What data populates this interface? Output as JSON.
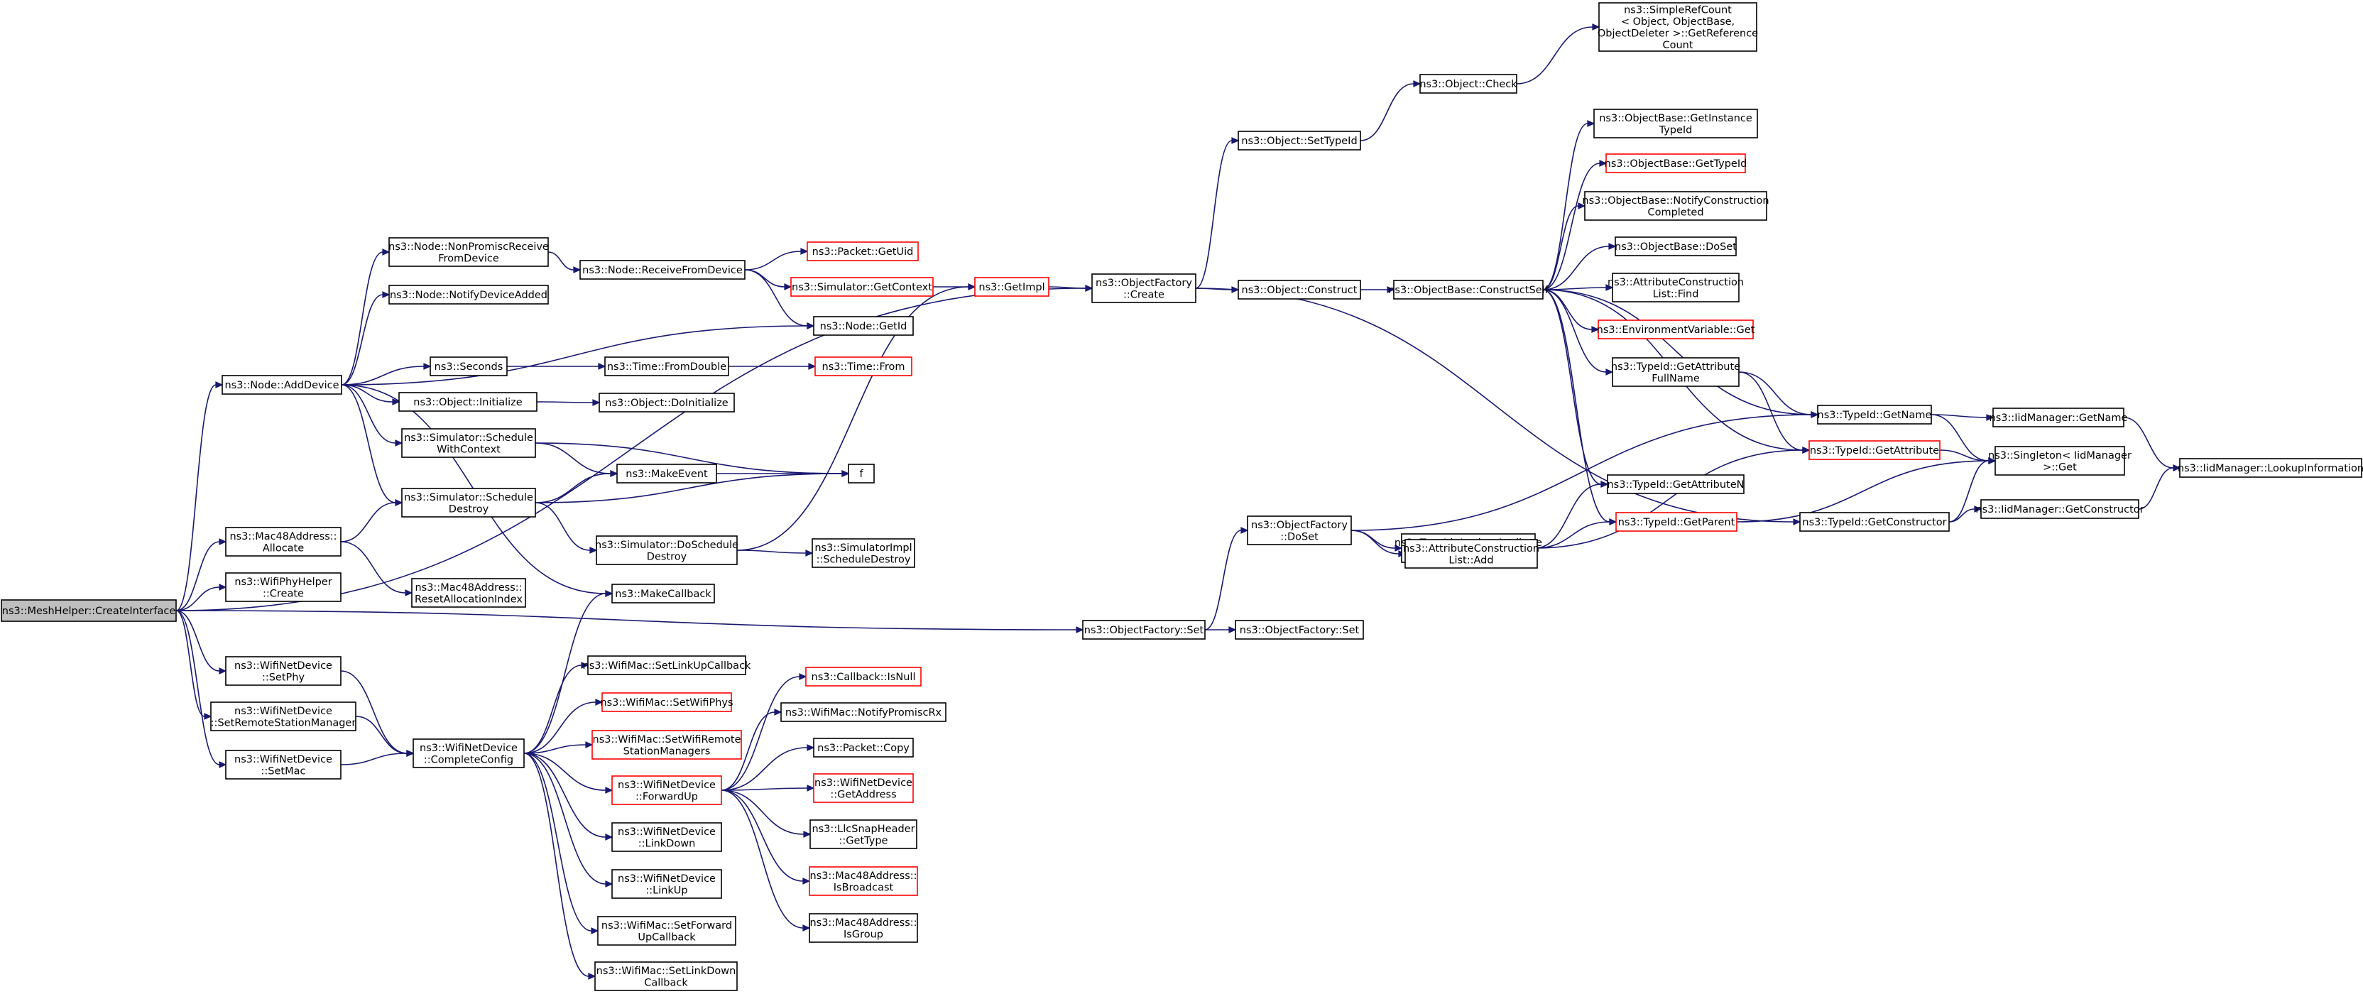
{
  "root_id": "root",
  "nodes": [
    {
      "id": "root",
      "label": "ns3::MeshHelper::CreateInterface",
      "style": "root"
    },
    {
      "id": "nonpromisc",
      "label": "ns3::Node::NonPromiscReceive\nFromDevice",
      "style": "normal"
    },
    {
      "id": "notifyadded",
      "label": "ns3::Node::NotifyDeviceAdded",
      "style": "normal"
    },
    {
      "id": "adddevice",
      "label": "ns3::Node::AddDevice",
      "style": "normal"
    },
    {
      "id": "mac48alloc",
      "label": "ns3::Mac48Address::\nAllocate",
      "style": "normal"
    },
    {
      "id": "wifiphycreate",
      "label": "ns3::WifiPhyHelper\n::Create",
      "style": "normal"
    },
    {
      "id": "wndsetphy",
      "label": "ns3::WifiNetDevice\n::SetPhy",
      "style": "normal"
    },
    {
      "id": "wndsetrsm",
      "label": "ns3::WifiNetDevice\n::SetRemoteStationManager",
      "style": "normal"
    },
    {
      "id": "wndsetmac",
      "label": "ns3::WifiNetDevice\n::SetMac",
      "style": "normal"
    },
    {
      "id": "receivefrom",
      "label": "ns3::Node::ReceiveFromDevice",
      "style": "normal"
    },
    {
      "id": "seconds",
      "label": "ns3::Seconds",
      "style": "normal"
    },
    {
      "id": "objinit",
      "label": "ns3::Object::Initialize",
      "style": "normal"
    },
    {
      "id": "schedwctx",
      "label": "ns3::Simulator::Schedule\nWithContext",
      "style": "normal"
    },
    {
      "id": "scheddestroy",
      "label": "ns3::Simulator::Schedule\nDestroy",
      "style": "normal"
    },
    {
      "id": "resetalloc",
      "label": "ns3::Mac48Address::\nResetAllocationIndex",
      "style": "normal"
    },
    {
      "id": "makecallback",
      "label": "ns3::MakeCallback",
      "style": "normal"
    },
    {
      "id": "completeconfig",
      "label": "ns3::WifiNetDevice\n::CompleteConfig",
      "style": "normal"
    },
    {
      "id": "getuid",
      "label": "ns3::Packet::GetUid",
      "style": "red"
    },
    {
      "id": "getcontext",
      "label": "ns3::Simulator::GetContext",
      "style": "red"
    },
    {
      "id": "nodegetid",
      "label": "ns3::Node::GetId",
      "style": "normal"
    },
    {
      "id": "fromdouble",
      "label": "ns3::Time::FromDouble",
      "style": "normal"
    },
    {
      "id": "objdoinit",
      "label": "ns3::Object::DoInitialize",
      "style": "normal"
    },
    {
      "id": "makeevent",
      "label": "ns3::MakeEvent",
      "style": "normal"
    },
    {
      "id": "doschedule",
      "label": "ns3::Simulator::DoSchedule\nDestroy",
      "style": "normal"
    },
    {
      "id": "setlinkup",
      "label": "ns3::WifiMac::SetLinkUpCallback",
      "style": "normal"
    },
    {
      "id": "setwifiphys",
      "label": "ns3::WifiMac::SetWifiPhys",
      "style": "red"
    },
    {
      "id": "setwifirsm",
      "label": "ns3::WifiMac::SetWifiRemote\nStationManagers",
      "style": "red"
    },
    {
      "id": "forwardup",
      "label": "ns3::WifiNetDevice\n::ForwardUp",
      "style": "red"
    },
    {
      "id": "linkdown",
      "label": "ns3::WifiNetDevice\n::LinkDown",
      "style": "normal"
    },
    {
      "id": "linkup",
      "label": "ns3::WifiNetDevice\n::LinkUp",
      "style": "normal"
    },
    {
      "id": "setfwdup",
      "label": "ns3::WifiMac::SetForward\nUpCallback",
      "style": "normal"
    },
    {
      "id": "setlinkdown",
      "label": "ns3::WifiMac::SetLinkDown\nCallback",
      "style": "normal"
    },
    {
      "id": "timefrom",
      "label": "ns3::Time::From",
      "style": "red"
    },
    {
      "id": "f",
      "label": "f",
      "style": "normal"
    },
    {
      "id": "getimpl",
      "label": "ns3::GetImpl",
      "style": "red"
    },
    {
      "id": "schedimpldestroy",
      "label": "ns3::SimulatorImpl\n::ScheduleDestroy",
      "style": "normal"
    },
    {
      "id": "cbisnull",
      "label": "ns3::Callback::IsNull",
      "style": "red"
    },
    {
      "id": "notifypromisc",
      "label": "ns3::WifiMac::NotifyPromiscRx",
      "style": "normal"
    },
    {
      "id": "packetcopy",
      "label": "ns3::Packet::Copy",
      "style": "normal"
    },
    {
      "id": "wndgetaddr",
      "label": "ns3::WifiNetDevice\n::GetAddress",
      "style": "red"
    },
    {
      "id": "llcgettype",
      "label": "ns3::LlcSnapHeader\n::GetType",
      "style": "normal"
    },
    {
      "id": "isbroadcast",
      "label": "ns3::Mac48Address::\nIsBroadcast",
      "style": "red"
    },
    {
      "id": "isgroup",
      "label": "ns3::Mac48Address::\nIsGroup",
      "style": "normal"
    },
    {
      "id": "ofcreate",
      "label": "ns3::ObjectFactory\n::Create",
      "style": "normal"
    },
    {
      "id": "ofset",
      "label": "ns3::ObjectFactory::Set",
      "style": "normal"
    },
    {
      "id": "objsettypeid",
      "label": "ns3::Object::SetTypeId",
      "style": "normal"
    },
    {
      "id": "objconstruct",
      "label": "ns3::Object::Construct",
      "style": "normal"
    },
    {
      "id": "ofdoset",
      "label": "ns3::ObjectFactory\n::DoSet",
      "style": "normal"
    },
    {
      "id": "ofset2",
      "label": "ns3::ObjectFactory::Set",
      "style": "normal"
    },
    {
      "id": "objcheck",
      "label": "ns3::Object::Check",
      "style": "normal"
    },
    {
      "id": "constructself",
      "label": "ns3::ObjectBase::ConstructSelf",
      "style": "normal"
    },
    {
      "id": "lookupattr",
      "label": "ns3::TypeId::LookupAttribute\nByName",
      "style": "normal"
    },
    {
      "id": "acladd",
      "label": "ns3::AttributeConstruction\nList::Add",
      "style": "normal"
    },
    {
      "id": "getrefcount",
      "label": "ns3::SimpleRefCount\n< Object, ObjectBase,\nObjectDeleter >::GetReference\nCount",
      "style": "normal"
    },
    {
      "id": "getinstancetid",
      "label": "ns3::ObjectBase::GetInstance\nTypeId",
      "style": "normal"
    },
    {
      "id": "obgettypeid",
      "label": "ns3::ObjectBase::GetTypeId",
      "style": "red"
    },
    {
      "id": "notifyconstr",
      "label": "ns3::ObjectBase::NotifyConstruction\nCompleted",
      "style": "normal"
    },
    {
      "id": "obdoset",
      "label": "ns3::ObjectBase::DoSet",
      "style": "normal"
    },
    {
      "id": "aclfind",
      "label": "ns3::AttributeConstruction\nList::Find",
      "style": "normal"
    },
    {
      "id": "envget",
      "label": "ns3::EnvironmentVariable::Get",
      "style": "red"
    },
    {
      "id": "getattrfull",
      "label": "ns3::TypeId::GetAttribute\nFullName",
      "style": "normal"
    },
    {
      "id": "getattrn",
      "label": "ns3::TypeId::GetAttributeN",
      "style": "normal"
    },
    {
      "id": "getparent",
      "label": "ns3::TypeId::GetParent",
      "style": "red"
    },
    {
      "id": "tidgetname",
      "label": "ns3::TypeId::GetName",
      "style": "normal"
    },
    {
      "id": "tidgetattr",
      "label": "ns3::TypeId::GetAttribute",
      "style": "red"
    },
    {
      "id": "tidgetconstr",
      "label": "ns3::TypeId::GetConstructor",
      "style": "normal"
    },
    {
      "id": "iidgetname",
      "label": "ns3::IidManager::GetName",
      "style": "normal"
    },
    {
      "id": "singletonget",
      "label": "ns3::Singleton< IidManager\n >::Get",
      "style": "normal"
    },
    {
      "id": "iidgetconstr",
      "label": "ns3::IidManager::GetConstructor",
      "style": "normal"
    },
    {
      "id": "iidlookupinfo",
      "label": "ns3::IidManager::LookupInformation",
      "style": "normal"
    }
  ],
  "edges": [
    [
      "root",
      "adddevice"
    ],
    [
      "root",
      "mac48alloc"
    ],
    [
      "root",
      "wifiphycreate"
    ],
    [
      "root",
      "wndsetphy"
    ],
    [
      "root",
      "wndsetrsm"
    ],
    [
      "root",
      "wndsetmac"
    ],
    [
      "root",
      "ofcreate"
    ],
    [
      "root",
      "ofset"
    ],
    [
      "adddevice",
      "nonpromisc"
    ],
    [
      "adddevice",
      "notifyadded"
    ],
    [
      "adddevice",
      "nodegetid"
    ],
    [
      "adddevice",
      "seconds"
    ],
    [
      "adddevice",
      "objinit"
    ],
    [
      "adddevice",
      "schedwctx"
    ],
    [
      "adddevice",
      "scheddestroy"
    ],
    [
      "adddevice",
      "makecallback"
    ],
    [
      "nonpromisc",
      "receivefrom"
    ],
    [
      "receivefrom",
      "getuid"
    ],
    [
      "receivefrom",
      "getcontext"
    ],
    [
      "receivefrom",
      "nodegetid"
    ],
    [
      "getcontext",
      "getimpl"
    ],
    [
      "seconds",
      "fromdouble"
    ],
    [
      "fromdouble",
      "timefrom"
    ],
    [
      "objinit",
      "objdoinit"
    ],
    [
      "schedwctx",
      "makeevent"
    ],
    [
      "schedwctx",
      "f"
    ],
    [
      "scheddestroy",
      "makeevent"
    ],
    [
      "scheddestroy",
      "f"
    ],
    [
      "scheddestroy",
      "doschedule"
    ],
    [
      "makeevent",
      "f"
    ],
    [
      "doschedule",
      "getimpl"
    ],
    [
      "doschedule",
      "schedimpldestroy"
    ],
    [
      "mac48alloc",
      "scheddestroy"
    ],
    [
      "mac48alloc",
      "resetalloc"
    ],
    [
      "wndsetphy",
      "completeconfig"
    ],
    [
      "wndsetrsm",
      "completeconfig"
    ],
    [
      "wndsetmac",
      "completeconfig"
    ],
    [
      "completeconfig",
      "makecallback"
    ],
    [
      "completeconfig",
      "setlinkup"
    ],
    [
      "completeconfig",
      "setwifiphys"
    ],
    [
      "completeconfig",
      "setwifirsm"
    ],
    [
      "completeconfig",
      "forwardup"
    ],
    [
      "completeconfig",
      "linkdown"
    ],
    [
      "completeconfig",
      "linkup"
    ],
    [
      "completeconfig",
      "setfwdup"
    ],
    [
      "completeconfig",
      "setlinkdown"
    ],
    [
      "forwardup",
      "cbisnull"
    ],
    [
      "forwardup",
      "notifypromisc"
    ],
    [
      "forwardup",
      "packetcopy"
    ],
    [
      "forwardup",
      "wndgetaddr"
    ],
    [
      "forwardup",
      "llcgettype"
    ],
    [
      "forwardup",
      "isbroadcast"
    ],
    [
      "forwardup",
      "isgroup"
    ],
    [
      "getimpl",
      "ofcreate"
    ],
    [
      "ofcreate",
      "objsettypeid"
    ],
    [
      "ofcreate",
      "objconstruct"
    ],
    [
      "ofcreate",
      "tidgetconstr"
    ],
    [
      "objsettypeid",
      "objcheck"
    ],
    [
      "objcheck",
      "getrefcount"
    ],
    [
      "objconstruct",
      "constructself"
    ],
    [
      "constructself",
      "getinstancetid"
    ],
    [
      "constructself",
      "obgettypeid"
    ],
    [
      "constructself",
      "notifyconstr"
    ],
    [
      "constructself",
      "obdoset"
    ],
    [
      "constructself",
      "aclfind"
    ],
    [
      "constructself",
      "envget"
    ],
    [
      "constructself",
      "getattrfull"
    ],
    [
      "constructself",
      "getattrn"
    ],
    [
      "constructself",
      "getparent"
    ],
    [
      "constructself",
      "tidgetname"
    ],
    [
      "constructself",
      "tidgetattr"
    ],
    [
      "getattrfull",
      "tidgetname"
    ],
    [
      "getattrfull",
      "tidgetattr"
    ],
    [
      "ofset",
      "ofdoset"
    ],
    [
      "ofset",
      "ofset2"
    ],
    [
      "ofdoset",
      "tidgetname"
    ],
    [
      "ofdoset",
      "lookupattr"
    ],
    [
      "ofdoset",
      "acladd"
    ],
    [
      "lookupattr",
      "getattrn"
    ],
    [
      "lookupattr",
      "getparent"
    ],
    [
      "lookupattr",
      "tidgetattr"
    ],
    [
      "getparent",
      "singletonget"
    ],
    [
      "tidgetname",
      "iidgetname"
    ],
    [
      "tidgetname",
      "singletonget"
    ],
    [
      "tidgetattr",
      "singletonget"
    ],
    [
      "tidgetconstr",
      "singletonget"
    ],
    [
      "tidgetconstr",
      "iidgetconstr"
    ],
    [
      "iidgetname",
      "iidlookupinfo"
    ],
    [
      "iidgetconstr",
      "iidlookupinfo"
    ]
  ]
}
